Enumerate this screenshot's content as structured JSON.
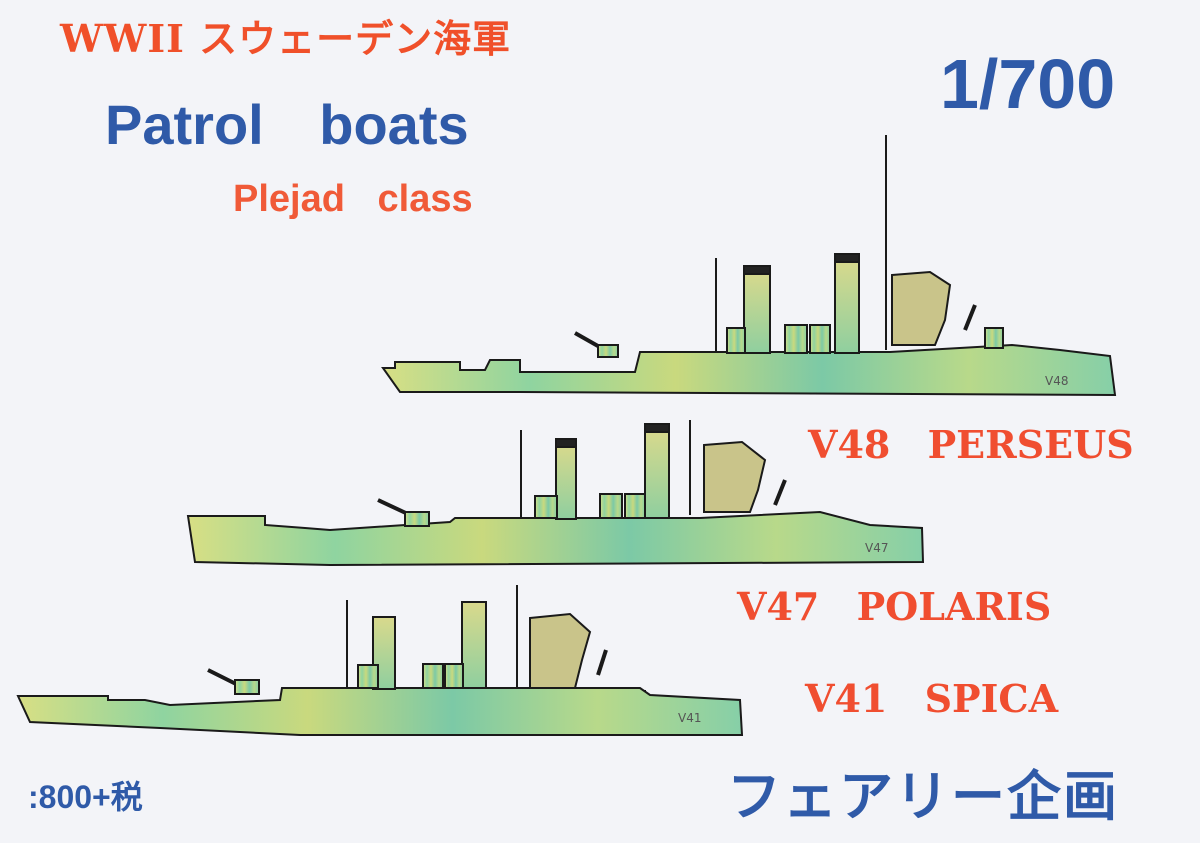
{
  "header": {
    "title": "WWII スウェーデン海軍",
    "main_title": "Patrol boats",
    "subtitle": "Plejad class",
    "scale": "1/700"
  },
  "ships": [
    {
      "name": "V48 PERSEUS",
      "hull_marking": "V48"
    },
    {
      "name": "V47 POLARIS",
      "hull_marking": "V47"
    },
    {
      "name": "V41 SPICA",
      "hull_marking": "V41"
    }
  ],
  "footer": {
    "price": ":800+税",
    "maker": "フェアリー企画"
  },
  "colors": {
    "title_red": "#f0502a",
    "title_blue": "#2f5aa8",
    "hull_green": "#7fcf9a",
    "hull_yellow": "#d9e08a",
    "outline": "#1a1a1a"
  }
}
